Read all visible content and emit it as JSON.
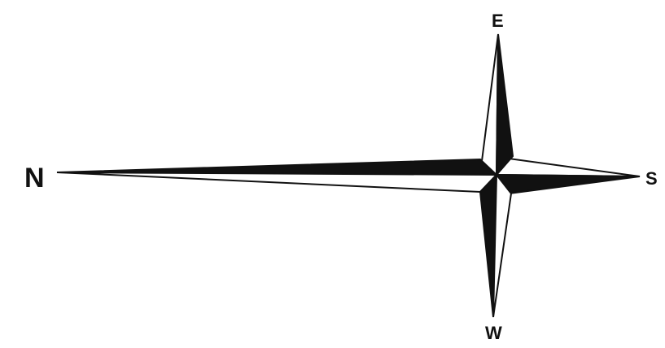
{
  "compass": {
    "labels": {
      "north": "N",
      "south": "S",
      "east": "E",
      "west": "W"
    },
    "colors": {
      "ink": "#111111",
      "background": "#ffffff"
    }
  }
}
